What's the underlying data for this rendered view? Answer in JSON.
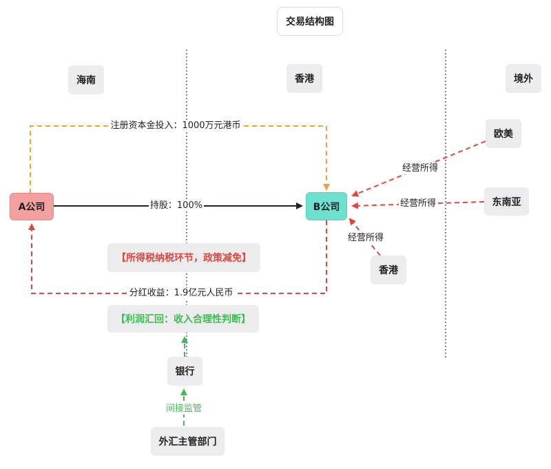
{
  "diagram": {
    "title": "交易结构图",
    "regions": {
      "hainan": "海南",
      "hongkong": "香港",
      "overseas": "境外"
    },
    "nodes": {
      "company_a": "A公司",
      "company_b": "B公司",
      "europe_america": "欧美",
      "southeast_asia": "东南亚",
      "hongkong_market": "香港",
      "bank": "银行",
      "forex_authority": "外汇主管部门"
    },
    "notes": {
      "tax": "【所得税纳税环节，政策减免】",
      "profit": "【利润汇回：收入合理性判断】"
    },
    "edges": {
      "capital": "注册资本金投入：1000万元港币",
      "shareholding": "持股：100%",
      "dividend": "分红收益：1.9亿元人民币",
      "income_europe": "经营所得",
      "income_sea": "经营所得",
      "income_hk": "经营所得",
      "supervision": "间接监管"
    },
    "colors": {
      "capital_flow": "#f0a030",
      "dividend_flow": "#e0453c",
      "income_flow": "#e0453c",
      "supervision_flow": "#3cbd4f",
      "shareholding_line": "#1f1f2f",
      "divider": "#2a2a6a",
      "company_a_fill": "#f4a0a0",
      "company_b_fill": "#6ee0cf",
      "node_fill": "#ececef"
    }
  }
}
